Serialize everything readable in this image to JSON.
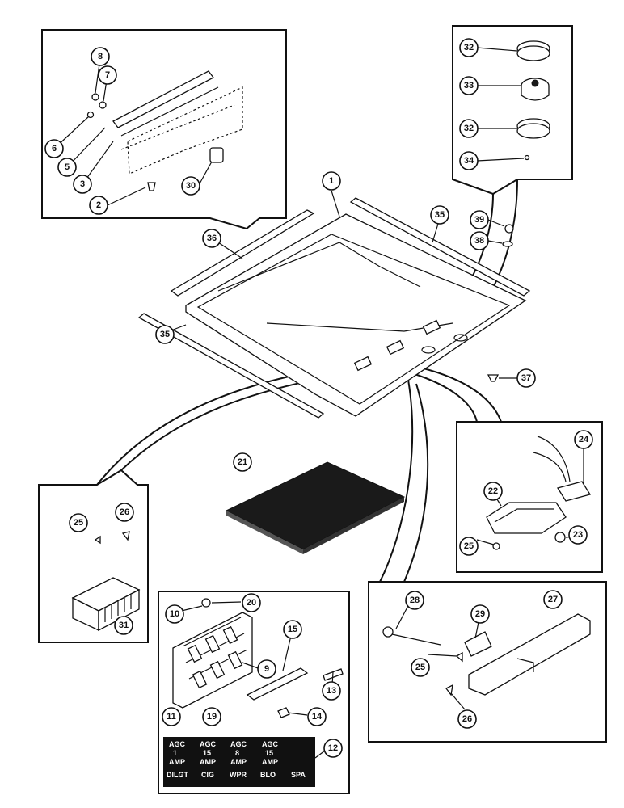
{
  "diagram": {
    "callouts": [
      "1",
      "2",
      "3",
      "5",
      "6",
      "7",
      "8",
      "30",
      "32",
      "33",
      "32",
      "34",
      "39",
      "38",
      "35",
      "36",
      "35",
      "37",
      "21",
      "25",
      "26",
      "31",
      "22",
      "23",
      "24",
      "25",
      "10",
      "20",
      "15",
      "13",
      "9",
      "11",
      "19",
      "14",
      "12",
      "28",
      "29",
      "27",
      "25",
      "26"
    ],
    "fuse_label": {
      "row1": [
        "AGC",
        "AGC",
        "AGC",
        "AGC"
      ],
      "row2": [
        "1",
        "15",
        "8",
        "15"
      ],
      "row3": [
        "AMP",
        "AMP",
        "AMP",
        "AMP"
      ],
      "row4": [
        "DILGT",
        "CIG",
        "WPR",
        "BLO",
        "SPA"
      ]
    }
  }
}
